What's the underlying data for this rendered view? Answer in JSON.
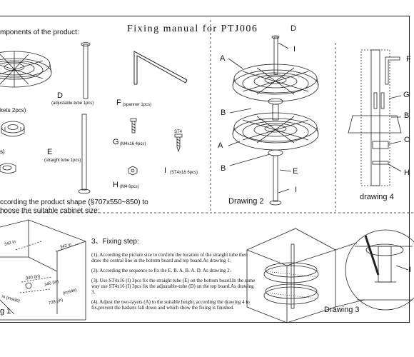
{
  "header": {
    "title": "Fixing manual for PTJ006",
    "components_heading": "mponents of the product:"
  },
  "parts": {
    "baskets": "kets 2pcs)",
    "s_fragment": "s)",
    "D_letter": "D",
    "D_desc": "(adjustable-tube 1pcs)",
    "E_letter": "E",
    "E_desc": "(straight tube 1pcs)",
    "F_letter": "F",
    "F_desc": "(spanner 1pcs)",
    "G_letter": "G",
    "G_desc": "(M4x16 4pcs)",
    "H_letter": "H",
    "H_desc": "(M4 6pcs)",
    "I_letter": "I",
    "I_desc": "(ST4x16 6pcs)",
    "I_head_mark": "ST4"
  },
  "shape_note": {
    "line1": "ccording the product shape (§707x550~850) to",
    "line2": "hoose the suitable cabinet size:"
  },
  "drawing1": {
    "caption": "g 1",
    "dims": [
      "342 in",
      "342 in",
      "340 (in)",
      "340 (in)",
      "728 (in)",
      "in (inside)",
      "(inside)"
    ]
  },
  "drawing2": {
    "caption": "Drawing 2",
    "labels": [
      "D",
      "I",
      "A",
      "B",
      "A",
      "B",
      "E",
      "I"
    ]
  },
  "drawing3": {
    "caption": "Drawing 3",
    "label": "I"
  },
  "drawing4": {
    "caption": "drawing 4",
    "labels": [
      "F",
      "G",
      "B",
      "C",
      "H"
    ]
  },
  "fixing_steps": {
    "heading": "3、Fixing step:",
    "items": [
      "(1). According the picture size to confirm the location of the straight  tube  then draw the central  line  in the bottom board and top board.As drawing 1.",
      "(2). According the sequence to fix the E. B. A. B. A. D. As drawing 2.",
      "(3). Use ST4x16 (I) 3pcs fix the straight tube (E) on the bottom board.In the same way use ST4x16 (I) 3pcs fix the adjustable-tube (D) on the top board.As drawing 3.",
      "(4). Adjust the two-layers (A) to the suitable height, according the drawing 4 to fix,prevent the baskets fall down  and which show the fixing is finished."
    ]
  }
}
